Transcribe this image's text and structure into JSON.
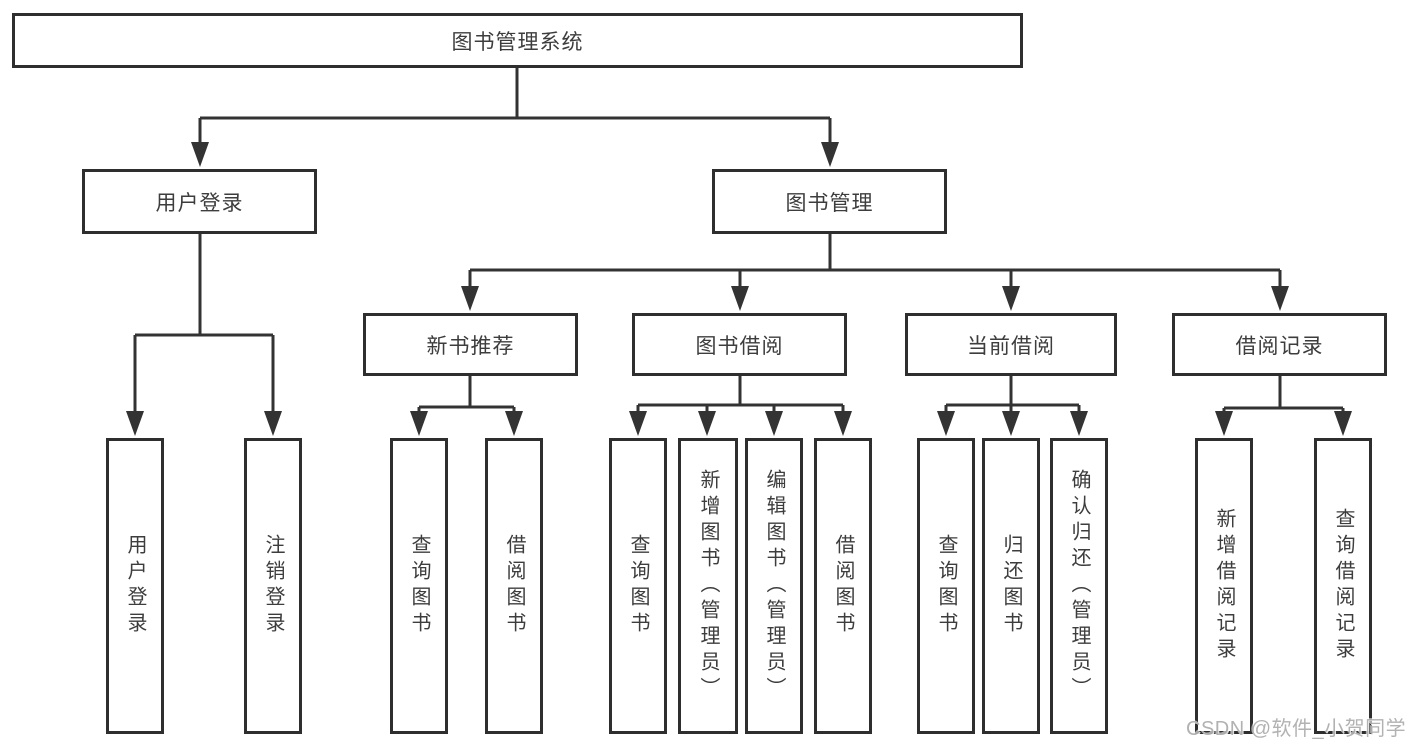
{
  "root_label": "图书管理系统",
  "branches": [
    {
      "label": "用户登录",
      "children": [
        "用户登录",
        "注销登录"
      ]
    },
    {
      "label": "图书管理",
      "sections": [
        {
          "label": "新书推荐",
          "children": [
            "查询图书",
            "借阅图书"
          ]
        },
        {
          "label": "图书借阅",
          "children": [
            "查询图书",
            "新增图书（管理员）",
            "编辑图书（管理员）",
            "借阅图书"
          ]
        },
        {
          "label": "当前借阅",
          "children": [
            "查询图书",
            "归还图书",
            "确认归还（管理员）"
          ]
        },
        {
          "label": "借阅记录",
          "children": [
            "新增借阅记录",
            "查询借阅记录"
          ]
        }
      ]
    }
  ],
  "watermark": "CSDN @软件_小贺同学",
  "colors": {
    "line": "#333333",
    "box_border": "#2e2e2e",
    "text": "#3d3d3d",
    "watermark": "#aeaeae",
    "background": "#ffffff"
  }
}
